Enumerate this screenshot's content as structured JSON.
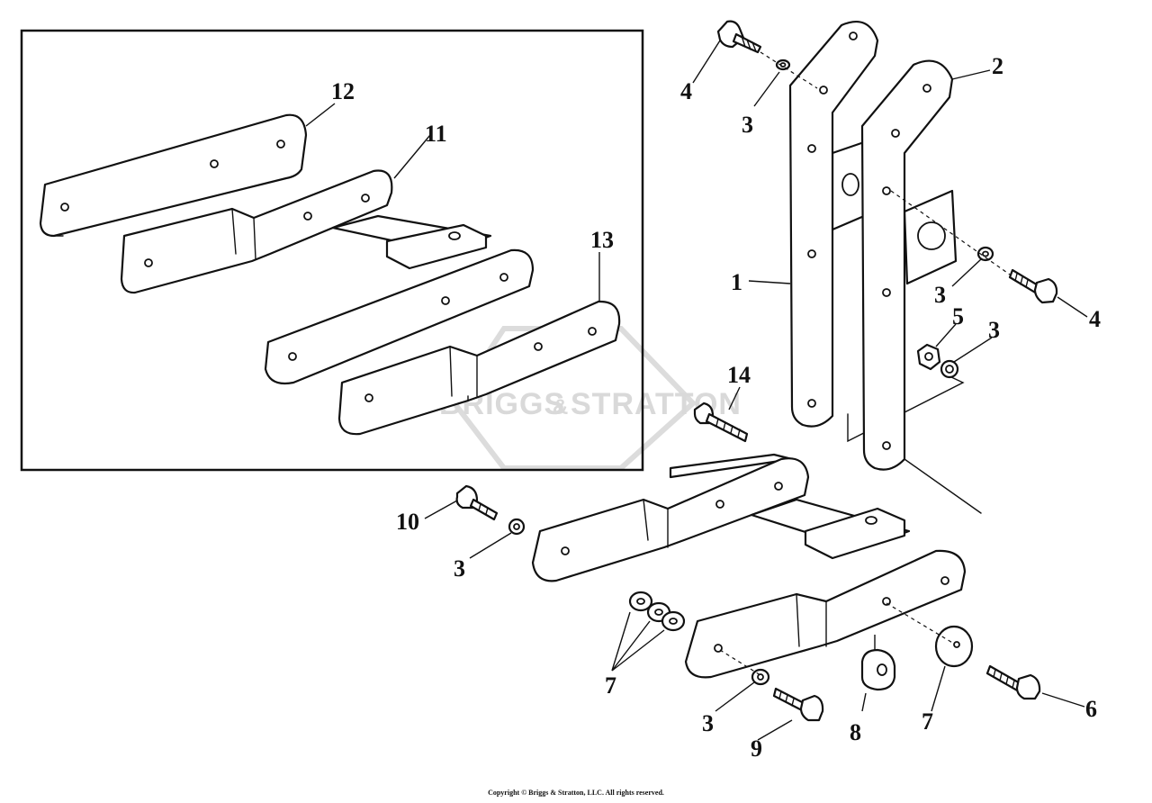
{
  "callouts": {
    "c1": "1",
    "c2": "2",
    "c3a": "3",
    "c3b": "3",
    "c3c": "3",
    "c3d": "3",
    "c3e": "3",
    "c4a": "4",
    "c4b": "4",
    "c5": "5",
    "c6": "6",
    "c7a": "7",
    "c7b": "7",
    "c8": "8",
    "c9": "9",
    "c10": "10",
    "c11": "11",
    "c12": "12",
    "c13": "13",
    "c14": "14"
  },
  "watermark": {
    "brand_left": "BRIGGS",
    "brand_amp": "&",
    "brand_right": "STRATTON"
  },
  "copyright": "Copyright © Briggs & Stratton, LLC. All rights reserved.",
  "colors": {
    "ink": "#111111",
    "watermark": "#d9d9d9",
    "background": "#ffffff"
  }
}
